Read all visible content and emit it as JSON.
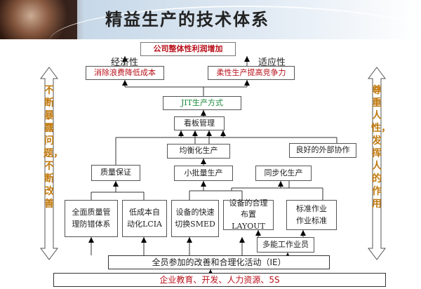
{
  "header": {
    "title": "精益生产的技术体系"
  },
  "top_goal": "公司整体性利润增加",
  "labels": {
    "economy": "经济性",
    "adaptability": "适应性"
  },
  "level2": {
    "left": "消除浪费降低成本",
    "right": "柔性生产提高竞争力"
  },
  "jit": "JIT生产方式",
  "kanban": "看板管理",
  "balanced": "均衡化生产",
  "external": "良好的外部协作",
  "quality": "质量保证",
  "small_batch": "小批量生产",
  "sync": "同步化生产",
  "base": {
    "tqm": "全面质量管理防错体系",
    "lcia": "低成本自动化LCIA",
    "smed": "设备的快速切换SMED",
    "layout": "设备的合理布置LAYOUT",
    "std": "标准作业作业标准",
    "multi": "多能工作业员"
  },
  "foundation1": "全员参加的改善和合理化活动（IE）",
  "foundation2": "企业教育、开发、人力资源、5S",
  "side_left": "不断暴露问题，不断改善",
  "side_right": "尊重人性，发挥人的作用",
  "colors": {
    "red_text": "#b8101a",
    "green_text": "#1a8a3a",
    "gold": "#c07a10"
  }
}
